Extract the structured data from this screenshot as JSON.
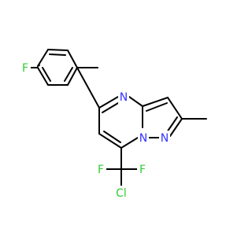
{
  "molecule": {
    "labels": {
      "F_aryl": "F",
      "N4": "N",
      "N7a": "N",
      "N1": "N",
      "F_left": "F",
      "F_right": "F",
      "Cl": "Cl"
    },
    "colors": {
      "bond": "#000000",
      "N": "#3333ff",
      "F": "#33cc33",
      "Cl": "#33cc33"
    }
  }
}
